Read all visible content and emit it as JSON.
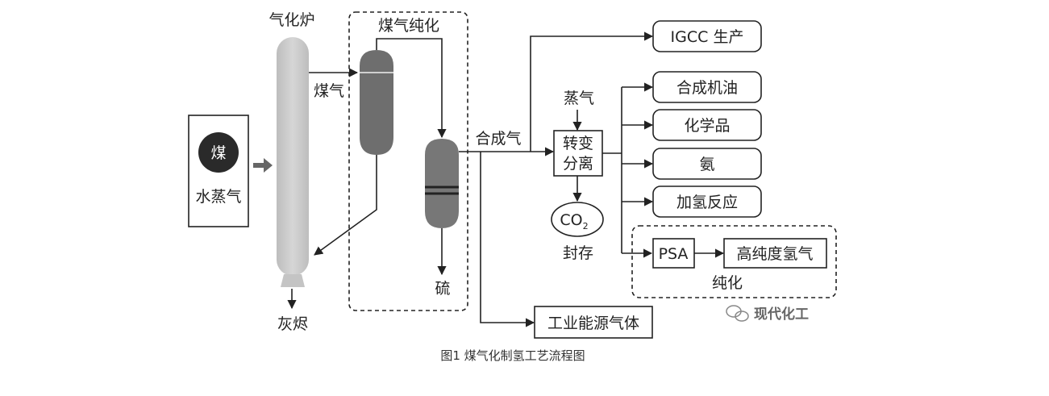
{
  "figure": {
    "caption": "图1  煤气化制氢工艺流程图",
    "watermark": "现代化工"
  },
  "labels": {
    "gasifier": "气化炉",
    "purification": "煤气纯化",
    "coal_gas": "煤气",
    "syngas": "合成气",
    "steam": "蒸气",
    "shift_line1": "转变",
    "shift_line2": "分离",
    "co2": "CO",
    "co2_sub": "2",
    "storage": "封存",
    "sulfur": "硫",
    "ash": "灰烬",
    "coal": "煤",
    "water_steam": "水蒸气",
    "pure": "纯化"
  },
  "products": {
    "igcc": "IGCC 生产",
    "oil": "合成机油",
    "chem": "化学品",
    "ammonia": "氨",
    "hydro": "加氢反应",
    "psa": "PSA",
    "hydrogen": "高纯度氢气",
    "industrial": "工业能源气体"
  },
  "colors": {
    "coal_ball": "#2a2a2a",
    "gasifier": "#c9c9c9",
    "vessel_dark": "#6e6e6e",
    "vessel_mid": "#777777"
  }
}
